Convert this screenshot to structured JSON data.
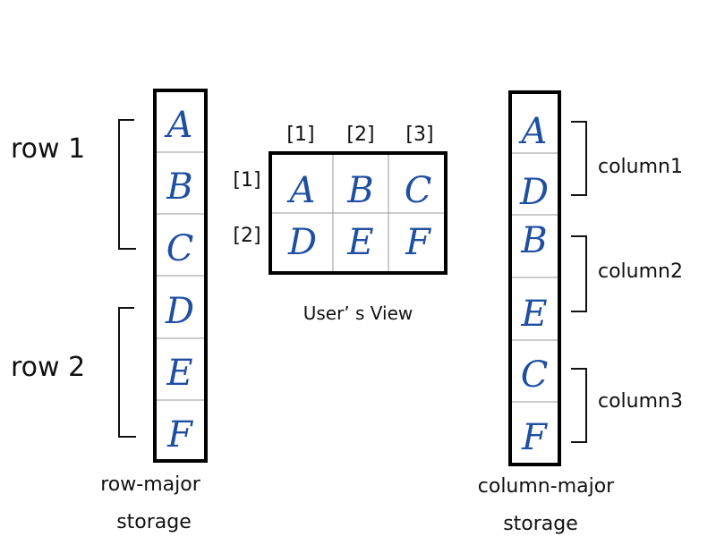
{
  "row_major": {
    "cells": [
      "A",
      "B",
      "C",
      "D",
      "E",
      "F"
    ],
    "row1_label": "row 1",
    "row2_label": "row 2",
    "caption_line1": "row-major",
    "caption_line2": "storage"
  },
  "user_view": {
    "col_indices": [
      "[1]",
      "[2]",
      "[3]"
    ],
    "row_indices": [
      "[1]",
      "[2]"
    ],
    "row1": [
      "A",
      "B",
      "C"
    ],
    "row2": [
      "D",
      "E",
      "F"
    ],
    "caption": "User’ s View"
  },
  "column_major": {
    "cells": [
      "A",
      "D",
      "B",
      "E",
      "C",
      "F"
    ],
    "col1_label": "column1",
    "col2_label": "column2",
    "col3_label": "column3",
    "caption_line1": "column-major",
    "caption_line2": "storage"
  },
  "colors": {
    "letter": "#1f4fa0",
    "frame": "#000000",
    "divider": "#999999"
  }
}
